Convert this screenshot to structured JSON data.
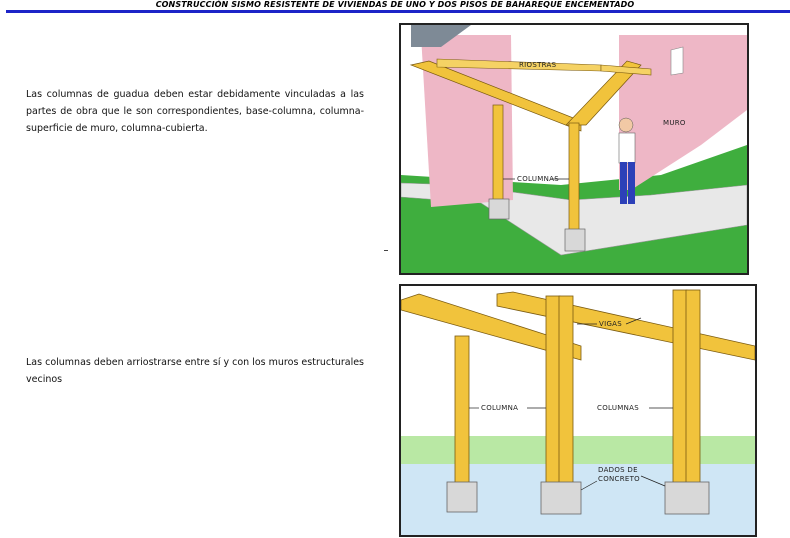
{
  "header": {
    "title": "CONSTRUCCIÓN SISMO RESISTENTE DE VIVIENDAS DE UNO Y DOS PISOS DE BAHAREQUE ENCEMENTADO"
  },
  "text": {
    "paragraph1": "Las columnas de guadua deben estar debidamente vinculadas a las partes de obra que le son correspondientes, base-columna, columna-superficie de muro, columna-cubierta.",
    "paragraph2": "Las columnas deben arriostrarse entre sí y con los muros estructurales vecinos"
  },
  "figure1": {
    "labels": {
      "riostras": "RIOSTRAS",
      "muro": "MURO",
      "columnas": "COLUMNAS"
    }
  },
  "figure2": {
    "labels": {
      "vigas": "VIGAS",
      "columna": "COLUMNA",
      "columnas": "COLUMNAS",
      "dados_line1": "DADOS DE",
      "dados_line2": "CONCRETO"
    }
  },
  "colors": {
    "header_rule": "#1d24c8",
    "bamboo": "#f1c33c",
    "wall": "#eeb7c6",
    "grass": "#3fae3e",
    "sky": "#9fd7f0",
    "concrete": "#d8d8d8"
  }
}
